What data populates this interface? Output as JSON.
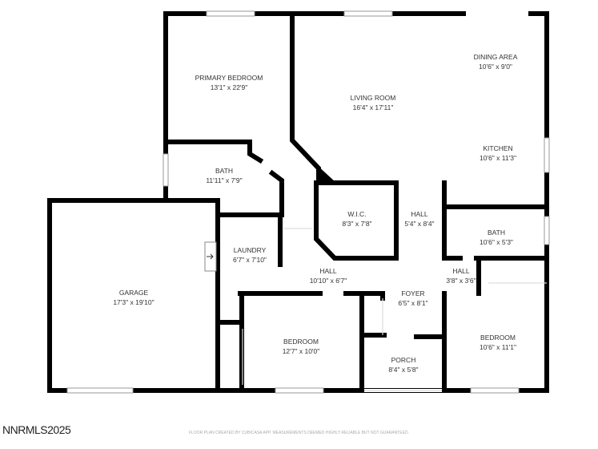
{
  "rooms": [
    {
      "name": "PRIMARY BEDROOM",
      "size": "13'1\" x 22'9\""
    },
    {
      "name": "LIVING ROOM",
      "size": "16'4\" x 17'11\""
    },
    {
      "name": "DINING AREA",
      "size": "10'6\" x 9'0\""
    },
    {
      "name": "KITCHEN",
      "size": "10'6\" x 11'3\""
    },
    {
      "name": "BATH",
      "size": "11'11\" x 7'9\""
    },
    {
      "name": "W.I.C.",
      "size": "8'3\" x 7'8\""
    },
    {
      "name": "HALL",
      "size": "5'4\" x 8'4\""
    },
    {
      "name": "BATH",
      "size": "10'6\" x 5'3\""
    },
    {
      "name": "LAUNDRY",
      "size": "6'7\" x 7'10\""
    },
    {
      "name": "HALL",
      "size": "10'10\" x 6'7\""
    },
    {
      "name": "HALL",
      "size": "3'8\" x 3'6\""
    },
    {
      "name": "GARAGE",
      "size": "17'3\" x 19'10\""
    },
    {
      "name": "FOYER",
      "size": "6'5\" x 8'1\""
    },
    {
      "name": "BEDROOM",
      "size": "12'7\" x 10'0\""
    },
    {
      "name": "BEDROOM",
      "size": "10'6\" x 11'1\""
    },
    {
      "name": "PORCH",
      "size": "8'4\" x 5'8\""
    }
  ],
  "watermark": "NNRMLS2025",
  "credit": "FLOOR PLAN CREATED BY CUBICASA APP. MEASUREMENTS DEEMED HIGHLY RELIABLE BUT NOT GUARANTEED."
}
